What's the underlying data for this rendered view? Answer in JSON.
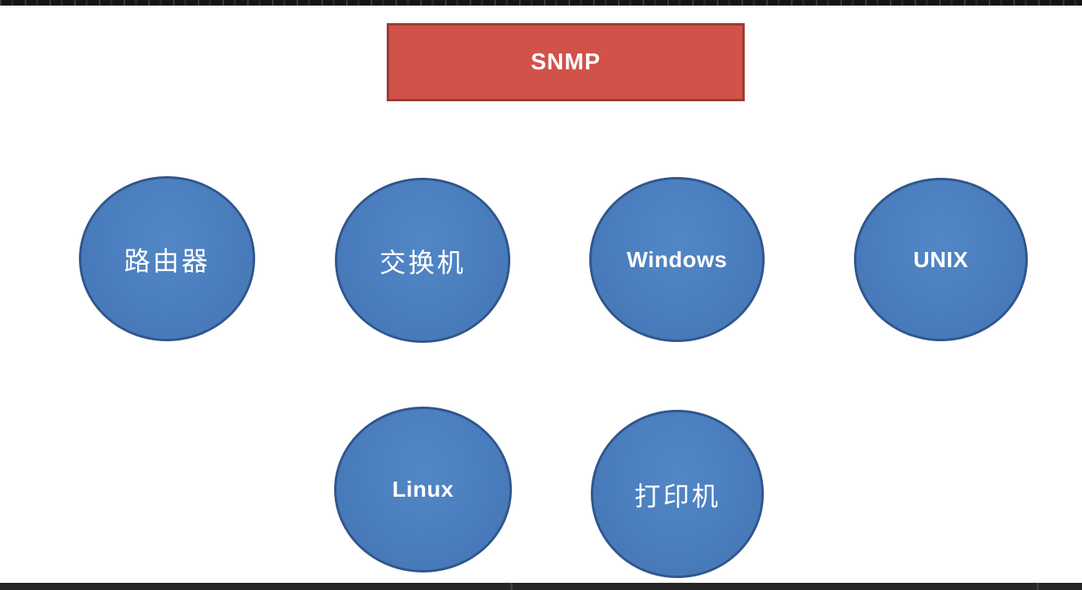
{
  "slide": {
    "title_box": {
      "label": "SNMP"
    },
    "nodes": [
      {
        "id": "router",
        "label": "路由器"
      },
      {
        "id": "switch",
        "label": "交换机"
      },
      {
        "id": "windows",
        "label": "Windows"
      },
      {
        "id": "unix",
        "label": "UNIX"
      },
      {
        "id": "linux",
        "label": "Linux"
      },
      {
        "id": "printer",
        "label": "打印机"
      }
    ]
  },
  "colors": {
    "background": "#ffffff",
    "node_fill": "#4a7dbd",
    "node_border": "#30568c",
    "title_fill": "#d15249",
    "title_border": "#9a3b33",
    "label_text": "#ffffff",
    "top_strip": "#151515",
    "bottom_strip": "#262626"
  }
}
